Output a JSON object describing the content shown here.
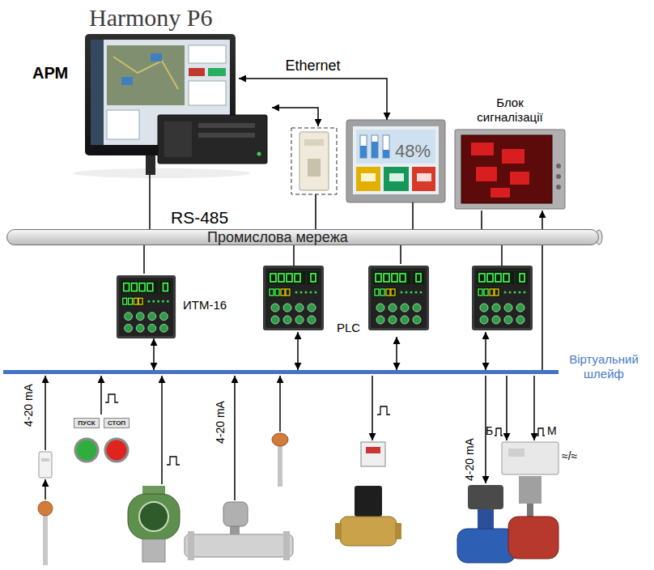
{
  "diagram": {
    "nodes": [
      {
        "text": [
          "Harmony P6",
          "АРМ"
        ]
      },
      {
        "text": [
          "48%"
        ]
      },
      {
        "text": [
          "Блок сигналізації"
        ]
      },
      {
        "text": [
          "RS-485",
          "Промислова мережа"
        ]
      },
      {
        "text": [
          "ИТМ-16"
        ]
      },
      {
        "text": [
          "PLC"
        ]
      },
      {
        "text": [
          "Віртуальний шлейф"
        ]
      },
      {
        "text": [
          "ПУСК"
        ]
      },
      {
        "text": [
          "СТОП"
        ]
      }
    ],
    "edges": [
      {
        "from": 0,
        "to": 1,
        "label": "Ethernet",
        "arrow": "both"
      },
      {
        "from": 0,
        "to": 3,
        "arrow": "none"
      },
      {
        "from": 1,
        "to": 3,
        "arrow": "none"
      },
      {
        "from": 2,
        "to": 3,
        "arrow": "none"
      },
      {
        "from": 3,
        "to": 4,
        "arrow": "none"
      },
      {
        "from": 3,
        "to": 5,
        "arrow": "none"
      },
      {
        "from": 4,
        "to": 6,
        "arrow": "both"
      },
      {
        "from": 5,
        "to": 6,
        "arrow": "both"
      },
      {
        "from": 6,
        "to": 2,
        "arrow": "to"
      }
    ],
    "labels": [
      "4-20 mA",
      "4-20 mA",
      "4-20 mA",
      "Б",
      "М",
      "≈/≈"
    ]
  }
}
